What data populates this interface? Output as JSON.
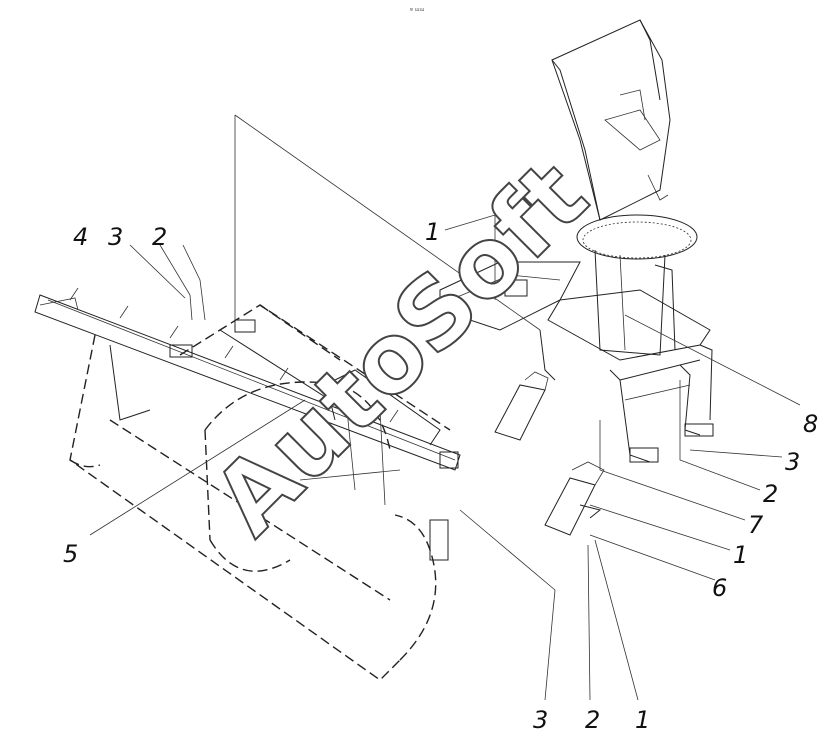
{
  "diagram": {
    "top_mark": "ɐ ɯɯ",
    "callouts": [
      {
        "id": "c-4-left",
        "text": "4"
      },
      {
        "id": "c-3-left",
        "text": "3"
      },
      {
        "id": "c-2-left",
        "text": "2"
      },
      {
        "id": "c-1-top",
        "text": "1"
      },
      {
        "id": "c-5",
        "text": "5"
      },
      {
        "id": "c-8",
        "text": "8"
      },
      {
        "id": "c-3-right",
        "text": "3"
      },
      {
        "id": "c-2-right",
        "text": "2"
      },
      {
        "id": "c-7",
        "text": "7"
      },
      {
        "id": "c-1-right",
        "text": "1"
      },
      {
        "id": "c-6",
        "text": "6"
      },
      {
        "id": "c-3-bottom",
        "text": "3"
      },
      {
        "id": "c-2-bottom",
        "text": "2"
      },
      {
        "id": "c-1-bottom",
        "text": "1"
      }
    ],
    "watermark": "AutoSoft"
  }
}
